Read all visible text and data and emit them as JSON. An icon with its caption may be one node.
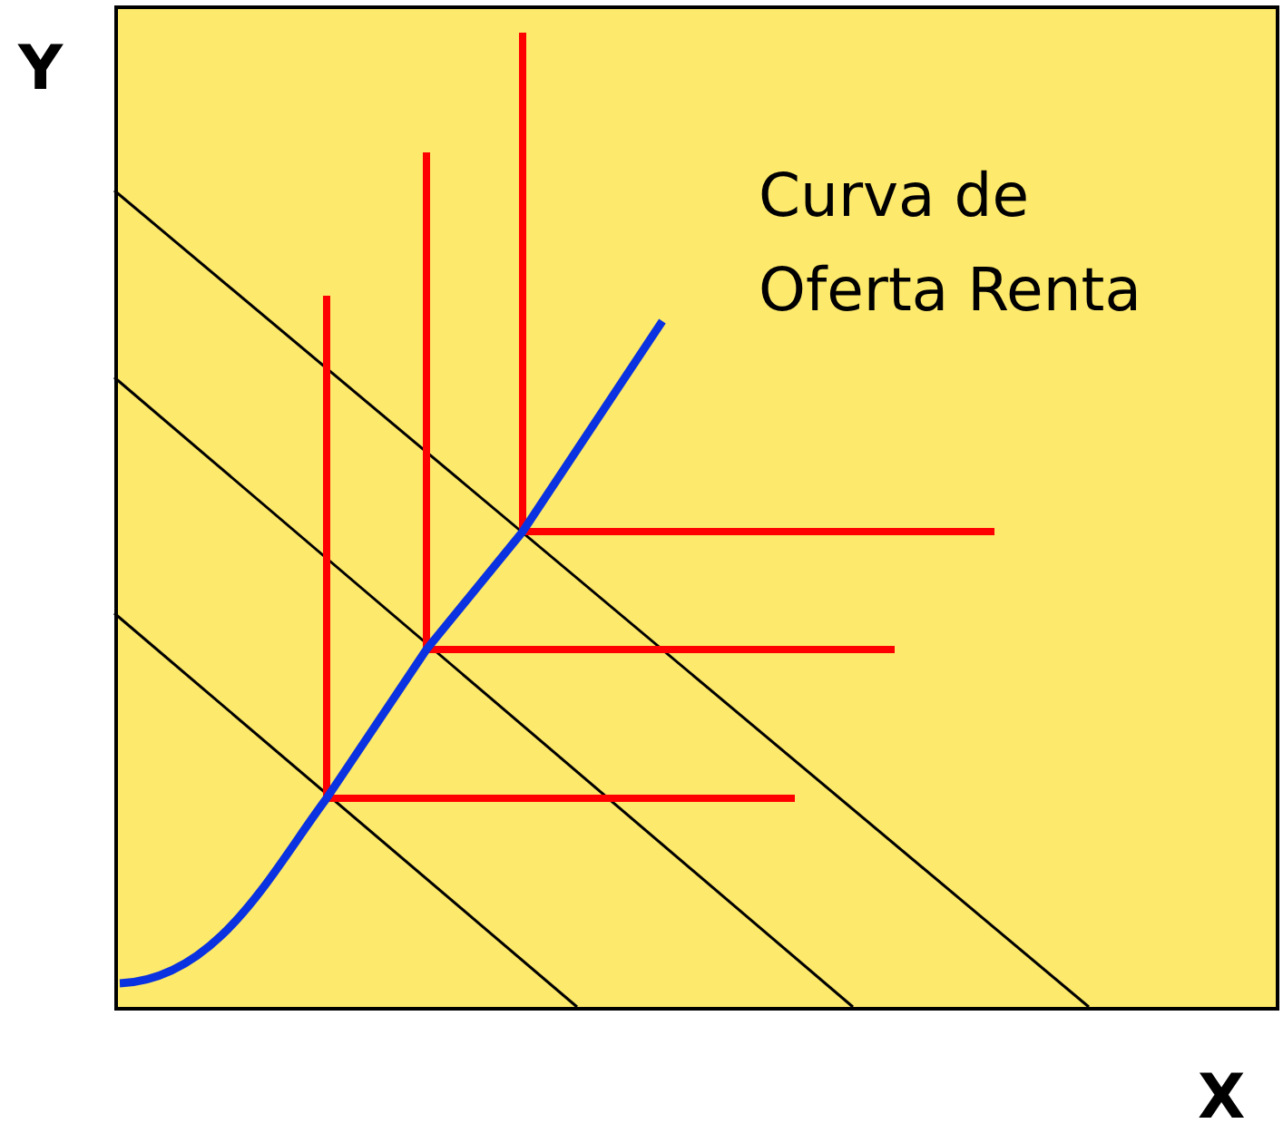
{
  "diagram": {
    "labels": [
      "Y",
      "Curva de Oferta Renta",
      "X"
    ]
  }
}
